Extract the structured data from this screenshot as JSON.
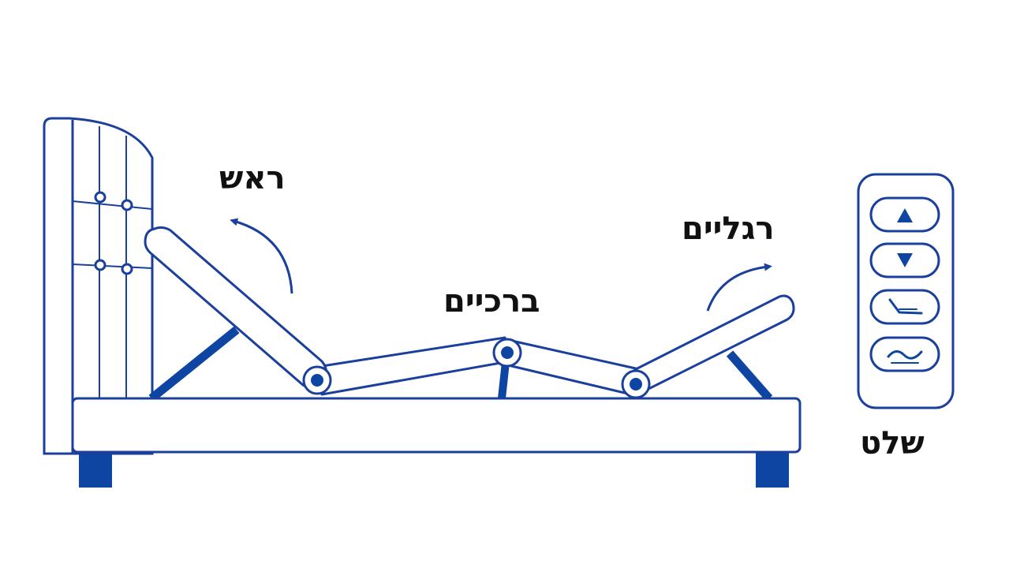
{
  "labels": {
    "head": "ראש",
    "knees": "ברכיים",
    "legs": "רגליים",
    "remote": "שלט"
  },
  "remote_buttons": [
    {
      "icon": "triangle-up-icon"
    },
    {
      "icon": "triangle-down-icon"
    },
    {
      "icon": "recline-position-icon"
    },
    {
      "icon": "wave-massage-icon"
    }
  ],
  "colors": {
    "line": "#1a3f9c",
    "fill": "#0e45a3",
    "text": "#111111",
    "background": "#ffffff"
  }
}
